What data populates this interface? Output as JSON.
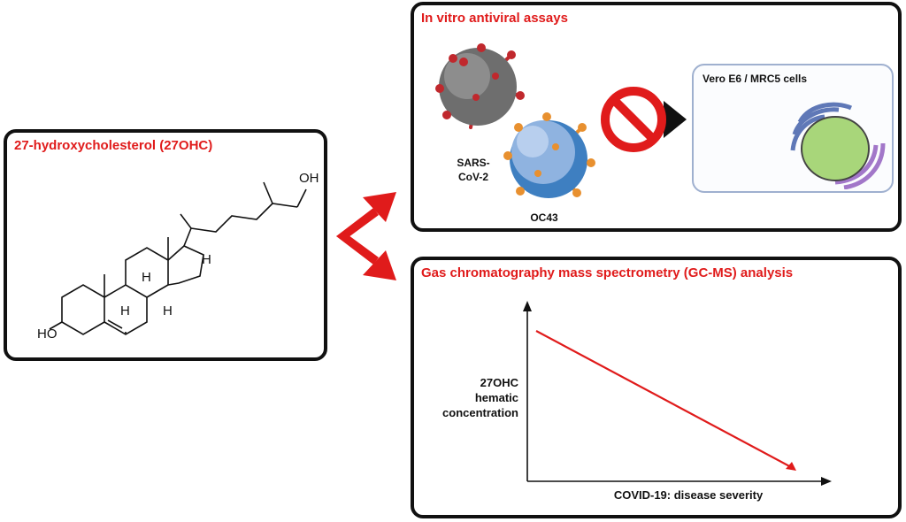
{
  "left_panel": {
    "title": "27-hydroxycholesterol (27OHC)",
    "atoms": {
      "oh_top": "OH",
      "ho_left": "HO",
      "h": "H"
    }
  },
  "top_panel": {
    "title": "In vitro antiviral assays",
    "virus1": "SARS-\nCoV-2",
    "virus2": "OC43",
    "cells": "Vero E6 / MRC5 cells"
  },
  "bottom_panel": {
    "title": "Gas chromatography mass spectrometry (GC-MS) analysis",
    "ylabel": "27OHC\nhematic\nconcentration",
    "xlabel": "COVID-19: disease severity"
  },
  "colors": {
    "accent_red": "#e01b1b",
    "sars_grey": "#6e6e6e",
    "oc43_blue": "#8fb3e0",
    "cell_green": "#a8d67a"
  }
}
